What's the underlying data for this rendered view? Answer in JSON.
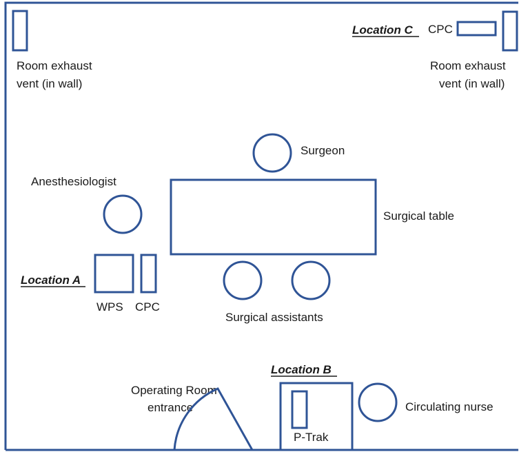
{
  "colors": {
    "outline": "#2f5496",
    "text": "#1a1a1a",
    "background": "#ffffff"
  },
  "labels": {
    "room_exhaust_left_line1": "Room exhaust",
    "room_exhaust_left_line2": "vent (in wall)",
    "room_exhaust_right_line1": "Room exhaust",
    "room_exhaust_right_line2": "vent (in wall)",
    "cpc_c": "CPC",
    "surgeon": "Surgeon",
    "anesthesiologist": "Anesthesiologist",
    "surgical_table": "Surgical table",
    "wps": "WPS",
    "cpc_a": "CPC",
    "surgical_assistants": "Surgical assistants",
    "or_entrance_line1": "Operating Room",
    "or_entrance_line2": "entrance",
    "p_trak": "P-Trak",
    "circulating_nurse": "Circulating nurse"
  },
  "locations": {
    "a": "Location A",
    "b": "Location B",
    "c": "Location C"
  }
}
